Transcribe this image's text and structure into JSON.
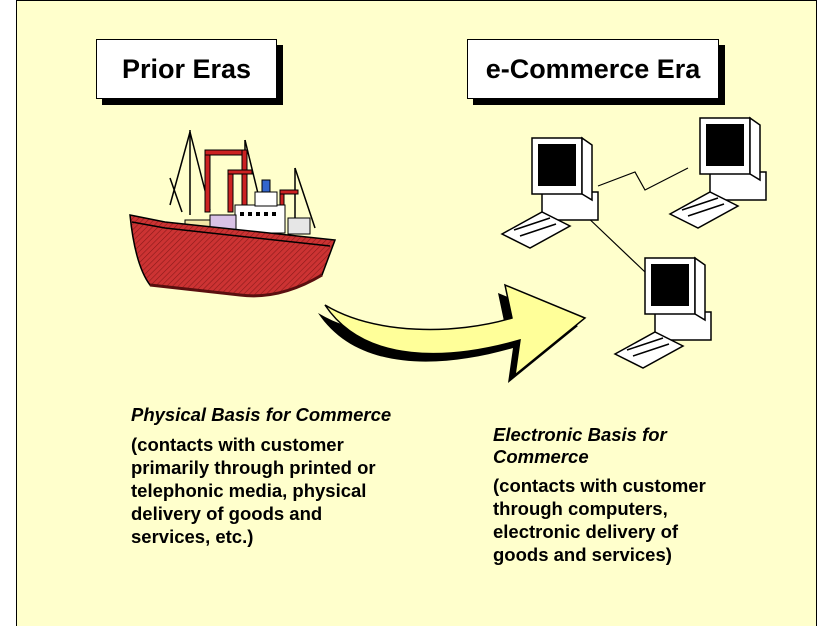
{
  "eras": {
    "prior": "Prior Eras",
    "ecommerce": "e-Commerce Era"
  },
  "captions": {
    "physical": {
      "heading": "Physical Basis for Commerce",
      "lines": [
        "(contacts with customer",
        "primarily through printed or",
        "telephonic media, physical",
        "delivery of goods and",
        "services, etc.)"
      ]
    },
    "electronic": {
      "heading_lines": [
        "Electronic Basis for",
        "Commerce"
      ],
      "lines": [
        "(contacts with customer",
        "through computers,",
        "electronic delivery of",
        "goods and services)"
      ]
    }
  },
  "icons": {
    "ship": "cargo-ship-icon",
    "arrow": "curved-arrow-icon",
    "computers": "desktop-computer-icon"
  },
  "colors": {
    "background": "#ffffcc",
    "arrow_fill": "#ffff99",
    "hull": "#cc3333",
    "crane": "#cc2222"
  }
}
